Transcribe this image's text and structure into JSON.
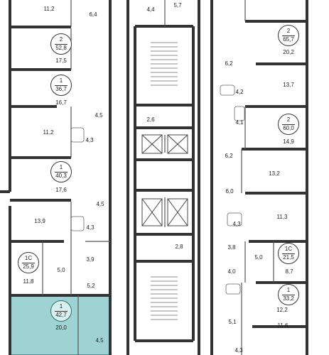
{
  "colors": {
    "wall": "#333333",
    "thin": "#555555",
    "highlight": "#9fd3d3",
    "highlight_border": "#2d7f7f",
    "background": "#ffffff"
  },
  "apartments": [
    {
      "id": "a1",
      "rooms": "2",
      "area": "52,8"
    },
    {
      "id": "a2",
      "rooms": "1",
      "area": "36,7"
    },
    {
      "id": "a3",
      "rooms": "1",
      "area": "40,3"
    },
    {
      "id": "a4",
      "rooms": "1С",
      "area": "25,9"
    },
    {
      "id": "a5",
      "rooms": "1",
      "area": "42,7",
      "selected": true
    },
    {
      "id": "b1",
      "rooms": "2",
      "area": "65,7"
    },
    {
      "id": "b2",
      "rooms": "2",
      "area": "60,0"
    },
    {
      "id": "b3",
      "rooms": "1С",
      "area": "21,5"
    },
    {
      "id": "b4",
      "rooms": "1",
      "area": "33,2"
    }
  ],
  "room_areas": [
    "11,2",
    "6,4",
    "17,5",
    "16,7",
    "4,5",
    "11,2",
    "4,3",
    "17,6",
    "4,5",
    "13,9",
    "4,3",
    "3,9",
    "5,0",
    "11,8",
    "5,2",
    "20,0",
    "4,5",
    "4,4",
    "5,7",
    "2,6",
    "2,8",
    "20,2",
    "6,2",
    "13,7",
    "4,2",
    "4,1",
    "14,9",
    "6,2",
    "13,2",
    "6,0",
    "11,3",
    "4,3",
    "3,8",
    "5,0",
    "8,7",
    "4,0",
    "12,2",
    "5,1",
    "11,6",
    "4,3"
  ]
}
